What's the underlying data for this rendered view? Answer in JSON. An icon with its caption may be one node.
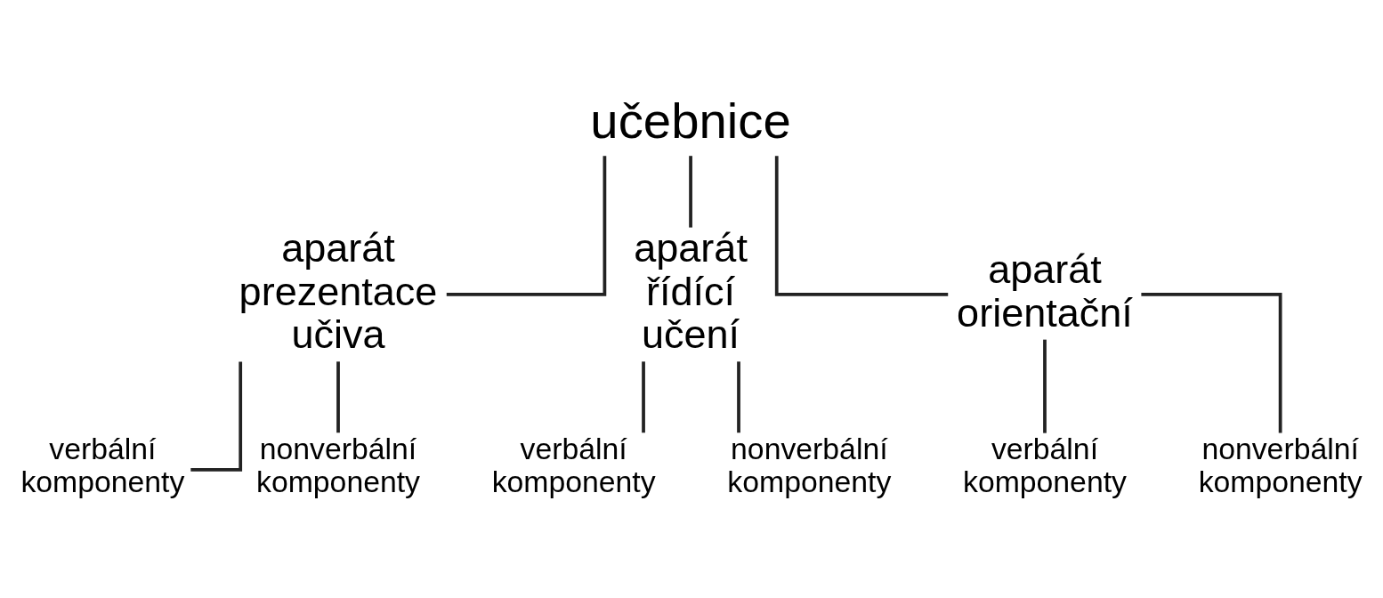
{
  "diagram": {
    "nodes": [
      {
        "text": [
          "učebnice"
        ]
      },
      {
        "text": [
          "aparát prezentace učiva"
        ]
      },
      {
        "text": [
          "aparát řídící učení"
        ]
      },
      {
        "text": [
          "aparát orientační"
        ]
      },
      {
        "text": [
          "verbální komponenty"
        ]
      },
      {
        "text": [
          "nonverbální komponenty"
        ]
      },
      {
        "text": [
          "verbální komponenty"
        ]
      },
      {
        "text": [
          "nonverbální komponenty"
        ]
      },
      {
        "text": [
          "verbální komponenty"
        ]
      },
      {
        "text": [
          "nonverbální komponenty"
        ]
      }
    ],
    "edges": [
      {
        "from": 0,
        "to": 1,
        "arrow": "none"
      },
      {
        "from": 0,
        "to": 2,
        "arrow": "none"
      },
      {
        "from": 0,
        "to": 3,
        "arrow": "none"
      },
      {
        "from": 1,
        "to": 4,
        "arrow": "none"
      },
      {
        "from": 1,
        "to": 5,
        "arrow": "none"
      },
      {
        "from": 2,
        "to": 6,
        "arrow": "none"
      },
      {
        "from": 2,
        "to": 7,
        "arrow": "none"
      },
      {
        "from": 3,
        "to": 8,
        "arrow": "none"
      },
      {
        "from": 3,
        "to": 9,
        "arrow": "none"
      }
    ]
  }
}
